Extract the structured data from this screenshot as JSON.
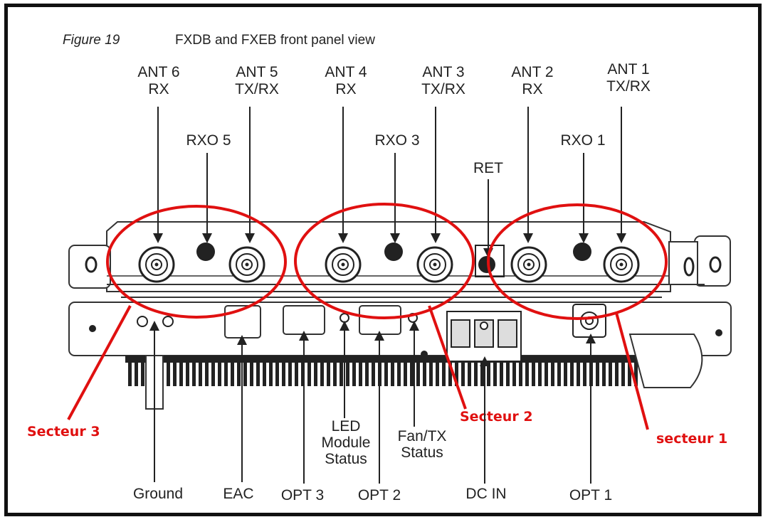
{
  "figure": {
    "number": "Figure 19",
    "title": "FXDB and FXEB front panel view"
  },
  "top_labels": {
    "ant6": [
      "ANT 6",
      "RX"
    ],
    "ant5": [
      "ANT 5",
      "TX/RX"
    ],
    "ant4": [
      "ANT 4",
      "RX"
    ],
    "ant3": [
      "ANT 3",
      "TX/RX"
    ],
    "ant2": [
      "ANT 2",
      "RX"
    ],
    "ant1": [
      "ANT 1",
      "TX/RX"
    ],
    "rxo5": "RXO 5",
    "rxo3": "RXO 3",
    "rxo1": "RXO 1",
    "ret": "RET"
  },
  "bottom_labels": {
    "ground": "Ground",
    "eac": "EAC",
    "opt3": "OPT 3",
    "led": [
      "LED",
      "Module",
      "Status"
    ],
    "opt2": "OPT 2",
    "fan": [
      "Fan/TX",
      "Status"
    ],
    "dcin": "DC IN",
    "opt1": "OPT 1"
  },
  "sectors": {
    "s3": "Secteur 3",
    "s2": "Secteur 2",
    "s1": "secteur 1"
  },
  "colors": {
    "annotation": "#e01010",
    "line": "#222222"
  }
}
